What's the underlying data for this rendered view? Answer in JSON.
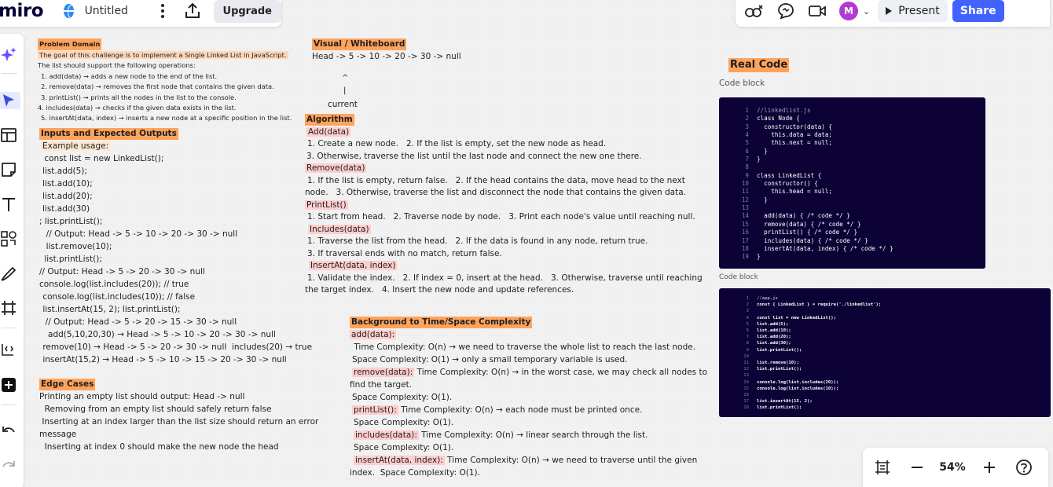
{
  "app": {
    "logo": "miro",
    "board_title": "Untitled",
    "upgrade_label": "Upgrade"
  },
  "topbar": {
    "avatar_letter": "M",
    "present_label": "Present",
    "share_label": "Share"
  },
  "zoom": {
    "level": "54%"
  },
  "colors": {
    "header_orange": "#ffa35c",
    "highlight_peach": "#ffd7b8",
    "highlight_pink": "#ffcece",
    "share_blue": "#4262ff",
    "code_bg": "#0c0235",
    "avatar": "#b23bd1"
  },
  "problem": {
    "title": "Problem Domain",
    "goal": "The goal of this challenge is to implement a Single Linked List in JavaScript.",
    "intro": "The list should support the following operations:",
    "ops": [
      "1. add(data) → adds a new node to the end of the list.",
      "2. remove(data) → removes the first node that contains the given data.",
      "3. printList() → prints all the nodes in the list to the console.",
      "4. includes(data) → checks if the given data exists in the list.",
      "5. insertAt(data, index) → inserts a new node at a specific position in the list."
    ]
  },
  "inputs": {
    "title": "Inputs and Expected Outputs",
    "example_label": "Example usage:",
    "lines": [
      " const list = new LinkedList();",
      "list.add(5);",
      "list.add(10);",
      "list.add(20);",
      "list.add(30)",
      "; list.printList();",
      "  // Output: Head -> 5 -> 10 -> 20 -> 30 -> null",
      "  list.remove(10);",
      " list.printList();",
      "// Output: Head -> 5 -> 20 -> 30 -> null",
      "console.log(list.includes(20)); // true",
      " console.log(list.includes(10)); // false",
      " list.insertAt(15, 2); list.printList();",
      "  // Output: Head -> 5 -> 20 -> 15 -> 30 -> null",
      "   add(5,10,20,30) → Head -> 5 -> 10 -> 20 -> 30 -> null",
      " remove(10) → Head -> 5 -> 20 -> 30 -> null  includes(20) → true",
      " insertAt(15,2) → Head -> 5 -> 10 -> 15 -> 20 -> 30 -> null"
    ]
  },
  "edge": {
    "title": "Edge Cases",
    "lines": [
      "Printing an empty list should output: Head -> null",
      "  Removing from an empty list should safely return false",
      " Inserting at an index larger than the list size should return an error",
      "message",
      "  Inserting at index 0 should make the new node the head"
    ]
  },
  "visual": {
    "title": "Visual / Whiteboard",
    "chain": "Head -> 5 -> 10 -> 20 -> 30 -> null",
    "caret": "^",
    "bar": "|",
    "pointer": "current"
  },
  "algorithm": {
    "title": "Algorithm",
    "sections": [
      {
        "name": "Add(data)",
        "lines": [
          "1. Create a new node.   2. If the list is empty, set the new node as head.",
          "3. Otherwise, traverse the list until the last node and connect the new one there."
        ]
      },
      {
        "name": "Remove(data)",
        "lines": [
          "1. If the list is empty, return false.   2. If the head contains the data, move head to the next",
          "node.   3. Otherwise, traverse the list and disconnect the node that contains the given data."
        ]
      },
      {
        "name": "PrintList()",
        "lines": [
          "1. Start from head.   2. Traverse node by node.   3. Print each node's value until reaching null."
        ]
      },
      {
        "name": "Includes(data)",
        "lines": [
          "1. Traverse the list from the head.   2. If the data is found in any node, return true.",
          "3. If traversal ends with no match, return false."
        ]
      },
      {
        "name": "InsertAt(data, index)",
        "lines": [
          "1. Validate the index.   2. If index = 0, insert at the head.   3. Otherwise, traverse until reaching",
          "the target index.   4. Insert the new node and update references."
        ]
      }
    ]
  },
  "complexity": {
    "title": "Background to Time/Space Complexity",
    "add_label": "add(data):",
    "add_time": " Time Complexity: O(n) → we need to traverse the whole list to reach the last node.",
    "add_space": "Space Complexity: O(1) → only a small temporary variable is used.",
    "remove_label": "remove(data):",
    "remove_time": " Time Complexity: O(n) → in the worst case, we may check all nodes to",
    "remove_time2": "find the target.",
    "remove_space": "Space Complexity: O(1).",
    "print_label": "printList():",
    "print_time": " Time Complexity: O(n) → each node must be printed once.",
    "print_space": "Space Complexity: O(1).",
    "includes_label": "includes(data):",
    "includes_time": " Time Complexity: O(n) → linear search through the list.",
    "includes_space": "Space Complexity: O(1).",
    "insert_label": "insertAt(data, index):",
    "insert_time": " Time Complexity: O(n) → we need to traverse until the given",
    "insert_time2": "index.  Space Complexity: O(1)."
  },
  "realcode": {
    "title": "Real Code",
    "block1_label": "Code block",
    "block2_label": "Code block",
    "block1": [
      [
        "1",
        "//linkedlist.js"
      ],
      [
        "2",
        "class Node {"
      ],
      [
        "3",
        "  constructor(data) {"
      ],
      [
        "4",
        "    this.data = data;"
      ],
      [
        "5",
        "    this.next = null;"
      ],
      [
        "6",
        "  }"
      ],
      [
        "7",
        "}"
      ],
      [
        "8",
        ""
      ],
      [
        "9",
        "class LinkedList {"
      ],
      [
        "10",
        "  constructor() {"
      ],
      [
        "11",
        "    this.head = null;"
      ],
      [
        "12",
        "  }"
      ],
      [
        "13",
        ""
      ],
      [
        "14",
        "  add(data) { /* code */ }"
      ],
      [
        "15",
        "  remove(data) { /* code */ }"
      ],
      [
        "16",
        "  printList() { /* code */ }"
      ],
      [
        "17",
        "  includes(data) { /* code */ }"
      ],
      [
        "18",
        "  insertAt(data, index) { /* code */ }"
      ],
      [
        "19",
        "}"
      ]
    ],
    "block2": [
      [
        "1",
        "//app.js"
      ],
      [
        "2",
        "const { LinkedList } = require('./linkedlist');"
      ],
      [
        "3",
        ""
      ],
      [
        "4",
        "const list = new LinkedList();"
      ],
      [
        "5",
        "list.add(5);"
      ],
      [
        "6",
        "list.add(10);"
      ],
      [
        "7",
        "list.add(20);"
      ],
      [
        "8",
        "list.add(30);"
      ],
      [
        "9",
        "list.printList();"
      ],
      [
        "10",
        ""
      ],
      [
        "11",
        "list.remove(10);"
      ],
      [
        "12",
        "list.printList();"
      ],
      [
        "13",
        ""
      ],
      [
        "14",
        "console.log(list.includes(20));"
      ],
      [
        "15",
        "console.log(list.includes(10));"
      ],
      [
        "16",
        ""
      ],
      [
        "17",
        "list.insertAt(15, 2);"
      ],
      [
        "18",
        "list.printList();"
      ]
    ]
  }
}
